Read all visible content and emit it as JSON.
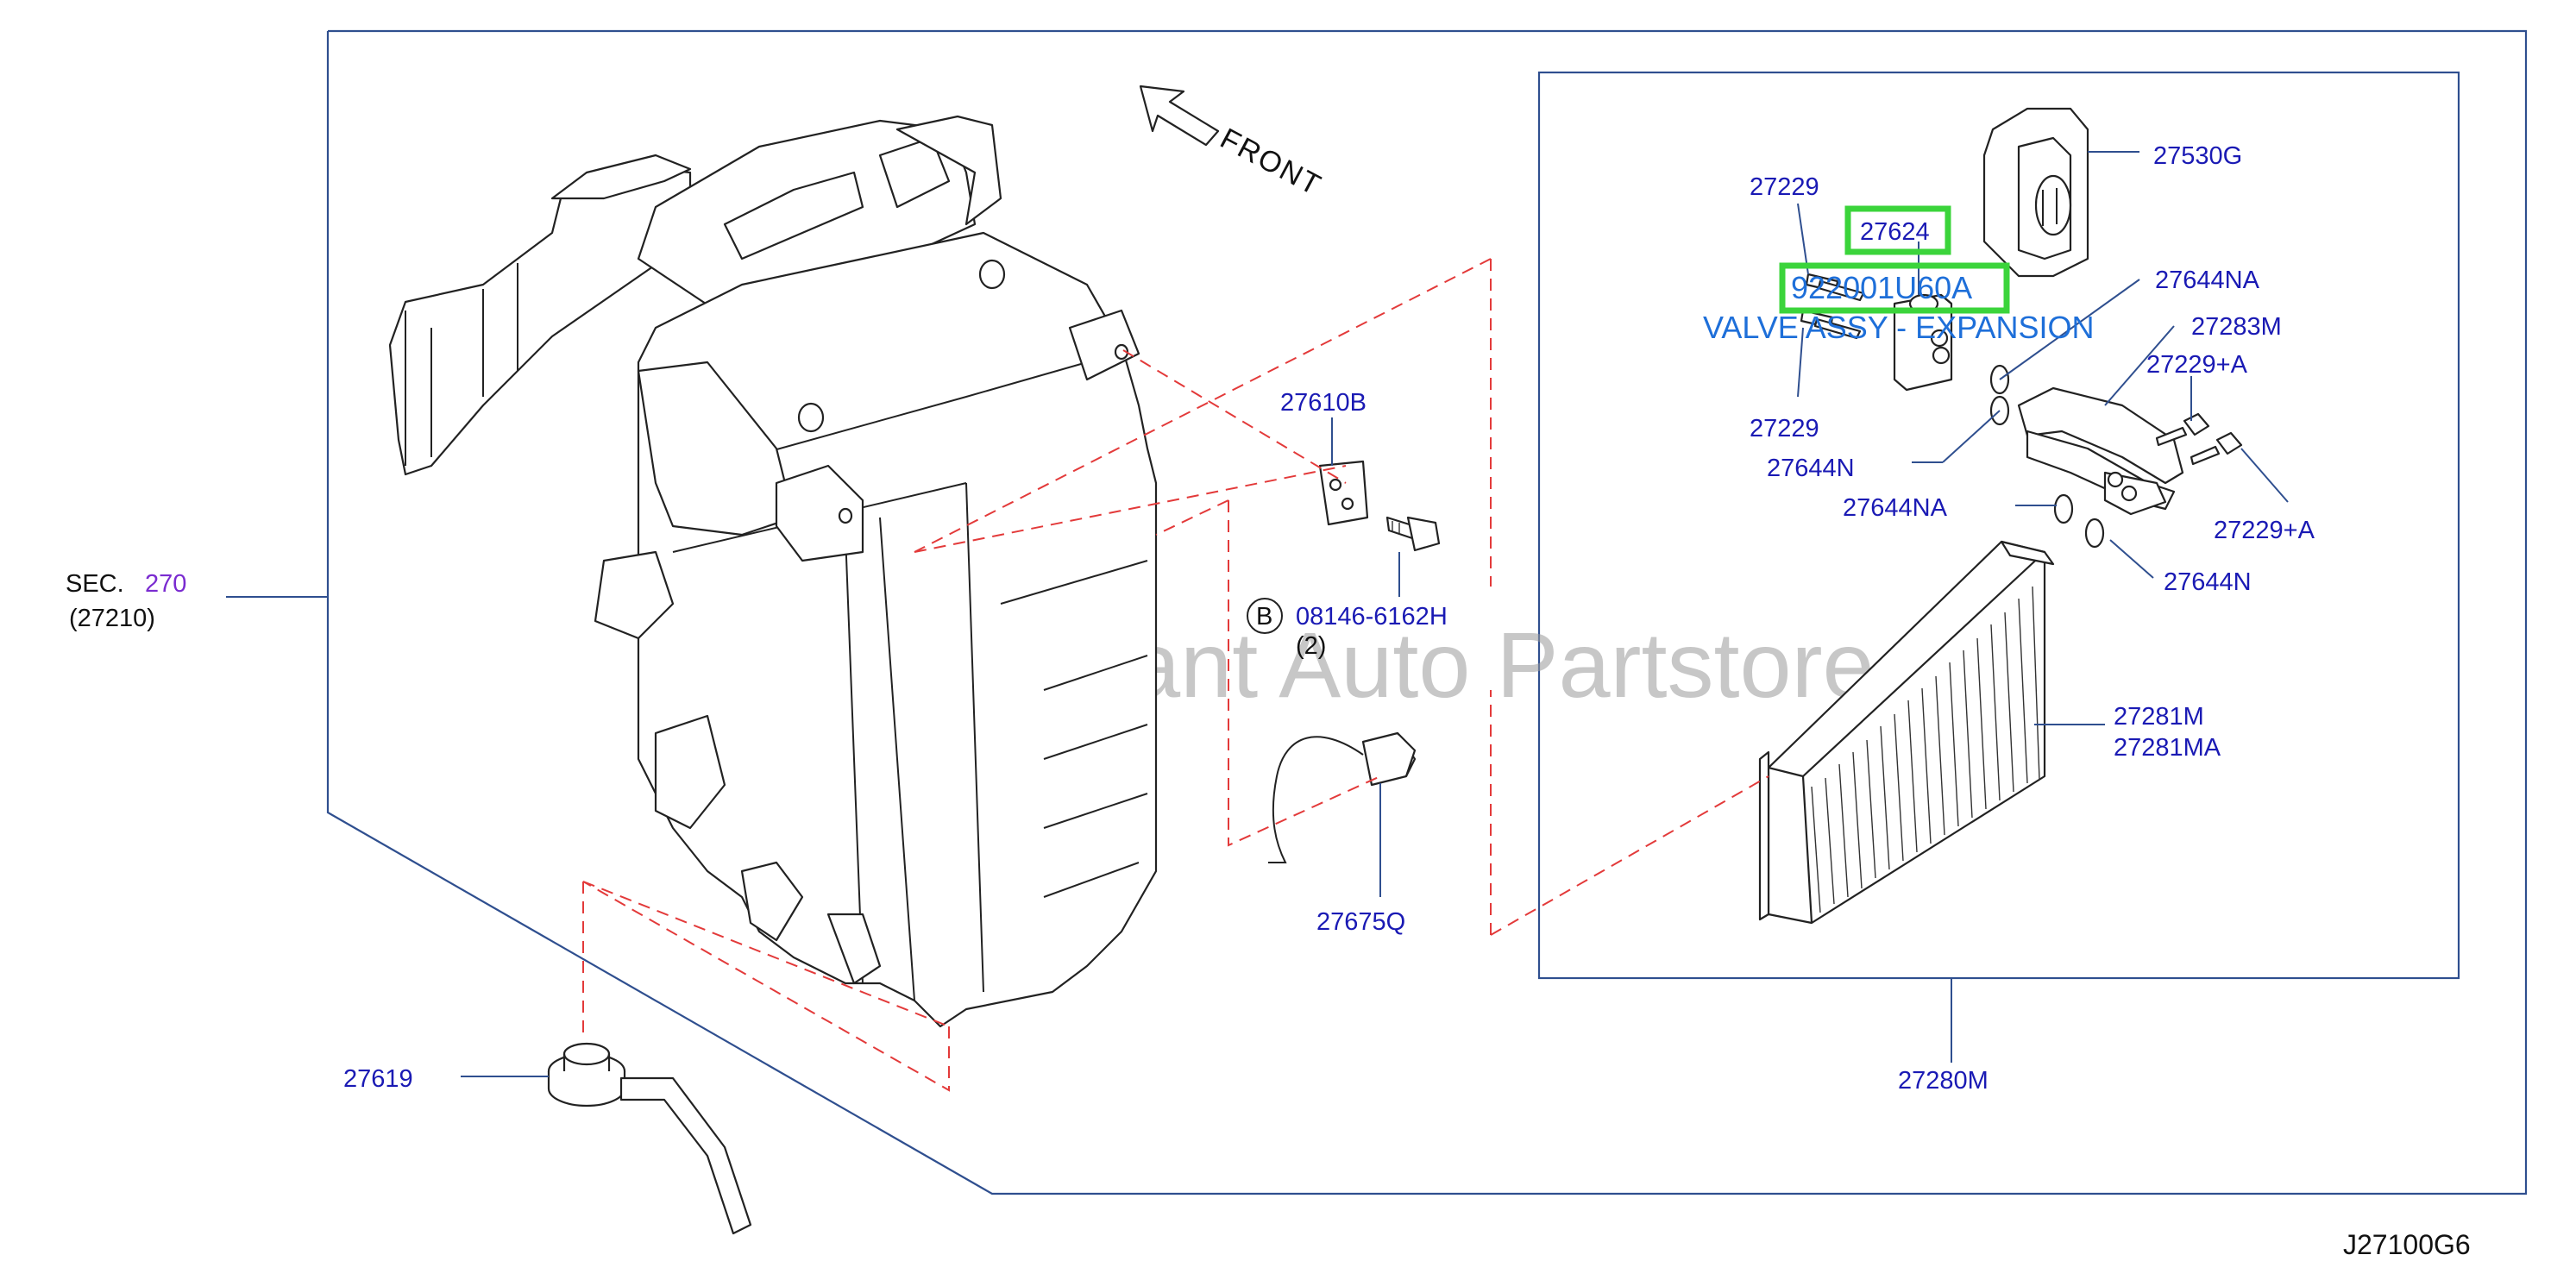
{
  "diagram": {
    "direction_label": "FRONT",
    "section_ref": {
      "prefix": "SEC.",
      "number": "270",
      "sub": "(27210)"
    },
    "watermark": "Multi Merchant Auto Partstore",
    "diagram_code": "J27100G6",
    "highlight": {
      "part_number": "27624",
      "oem_number": "922001U60A",
      "description": "VALVE ASSY - EXPANSION"
    },
    "parts": {
      "drain_hose": "27619",
      "bracket": "27610B",
      "bolt_b": "08146-6162H",
      "bolt_b_marker": "B",
      "bolt_b_qty": "(2)",
      "sensor": "27675Q",
      "evaporator_assy": "27280M",
      "screw_top": "27229",
      "screw_bottom": "27229",
      "evap_pipe_cover": "27530G",
      "o_ring_a": "27644NA",
      "o_ring_a2": "27644NA",
      "o_ring_b": "27644N",
      "o_ring_b2": "27644N",
      "pipe_assy": "27283M",
      "pipe_screw_1": "27229+A",
      "pipe_screw_2": "27229+A",
      "evaporator_core_1": "27281M",
      "evaporator_core_2": "27281MA"
    }
  }
}
